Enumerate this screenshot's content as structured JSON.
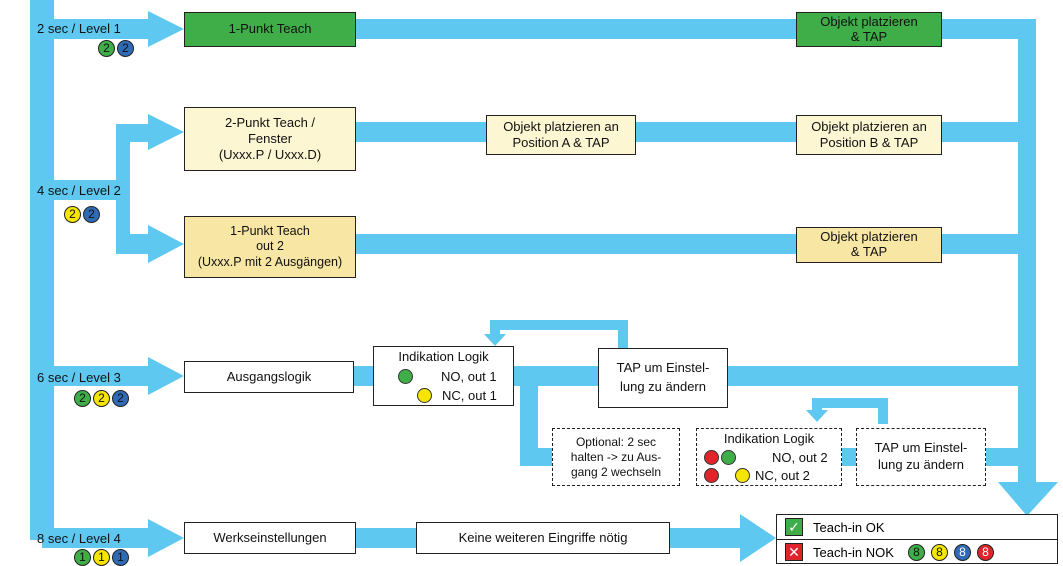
{
  "colors": {
    "flow": "#5ec8f1",
    "green": "#3fae49",
    "yellow": "#f5e500",
    "blue": "#2f6bb4",
    "red": "#e0242b",
    "pale_yellow": "#fdf6d2",
    "light_yellow": "#f8e7a4"
  },
  "levels": [
    {
      "label": "2 sec / Level 1",
      "dots": [
        {
          "n": "2",
          "color": "green"
        },
        {
          "n": "2",
          "color": "blue"
        }
      ]
    },
    {
      "label": "4 sec / Level 2",
      "dots": [
        {
          "n": "2",
          "color": "yellow"
        },
        {
          "n": "2",
          "color": "blue"
        }
      ]
    },
    {
      "label": "6 sec / Level 3",
      "dots": [
        {
          "n": "2",
          "color": "green"
        },
        {
          "n": "2",
          "color": "yellow"
        },
        {
          "n": "2",
          "color": "blue"
        }
      ]
    },
    {
      "label": "8 sec / Level 4",
      "dots": [
        {
          "n": "1",
          "color": "green"
        },
        {
          "n": "1",
          "color": "yellow"
        },
        {
          "n": "1",
          "color": "blue"
        }
      ]
    }
  ],
  "boxes": {
    "one_point_teach": "1-Punkt Teach",
    "l1_place": "Objekt platzieren\n& TAP",
    "two_point_teach": "2-Punkt Teach /\nFenster\n(Uxxx.P / Uxxx.D)",
    "place_a": "Objekt platzieren an\nPosition A & TAP",
    "place_b": "Objekt platzieren an\nPosition B & TAP",
    "one_point_out2": "1-Punkt Teach\nout 2\n(Uxxx.P mit 2 Ausgängen)",
    "out2_place": "Objekt platzieren\n& TAP",
    "output_logic": "Ausgangslogik",
    "tap_change_1": "TAP um Einstel-\nlung zu ändern",
    "optional": "Optional: 2 sec\nhalten -> zu Aus-\ngang 2 wechseln",
    "tap_change_2": "TAP um Einstel-\nlung zu ändern",
    "factory": "Werkseinstellungen",
    "no_action": "Keine weiteren Eingriffe nötig"
  },
  "indication_1": {
    "title": "Indikation Logik",
    "row1": "NO, out 1",
    "row2": "NC, out 1"
  },
  "indication_2": {
    "title": "Indikation Logik",
    "row1": "NO, out 2",
    "row2": "NC, out 2"
  },
  "legend": {
    "ok_label": "Teach-in OK",
    "nok_label": "Teach-in NOK",
    "ok_icon": "check-icon",
    "nok_icon": "x-icon",
    "nok_dots": [
      {
        "n": "8",
        "color": "green"
      },
      {
        "n": "8",
        "color": "yellow"
      },
      {
        "n": "8",
        "color": "blue"
      },
      {
        "n": "8",
        "color": "red"
      }
    ]
  }
}
